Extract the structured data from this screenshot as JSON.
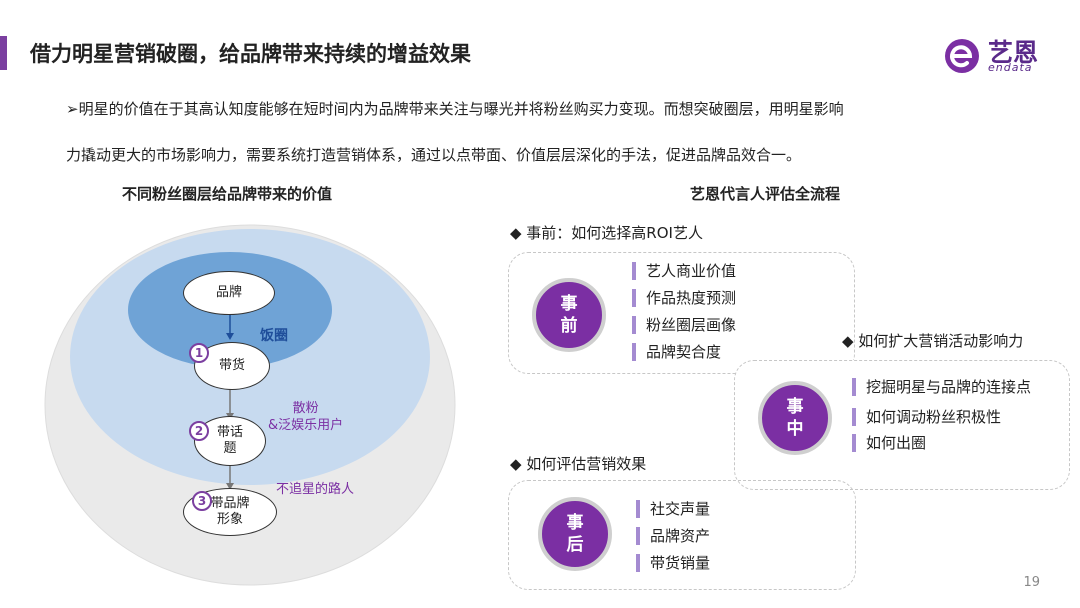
{
  "header": {
    "title": "借力明星营销破圈，给品牌带来持续的增益效果",
    "logo_text": "艺恩",
    "logo_sub": "endata"
  },
  "intro": {
    "line1": "➢明星的价值在于其高认知度能够在短时间内为品牌带来关注与曝光并将粉丝购买力变现。而想突破圈层，用明星影响",
    "line2": "力撬动更大的市场影响力，需要系统打造营销体系，通过以点带面、价值层层深化的手法，促进品牌品效合一。"
  },
  "left_diagram": {
    "title": "不同粉丝圈层给品牌带来的价值",
    "core": "品牌",
    "ring_fan": "饭圈",
    "ring_casual": "散粉\n&泛娱乐用户",
    "ring_outer": "不追星的路人",
    "steps": [
      {
        "num": "1",
        "label": "带货"
      },
      {
        "num": "2",
        "label": "带话\n题"
      },
      {
        "num": "3",
        "label": "带品牌\n形象"
      }
    ]
  },
  "right_process": {
    "title": "艺恩代言人评估全流程",
    "before": {
      "heading": "◆  事前：如何选择高ROI艺人",
      "circle": "事\n前",
      "items": [
        "艺人商业价值",
        "作品热度预测",
        "粉丝圈层画像",
        "品牌契合度"
      ]
    },
    "during": {
      "heading": "◆  如何扩大营销活动影响力",
      "circle": "事\n中",
      "items": [
        "挖掘明星与品牌的连接点",
        "如何调动粉丝积极性",
        "如何出圈"
      ]
    },
    "after": {
      "heading": "◆   如何评估营销效果",
      "circle": "事\n后",
      "items": [
        "社交声量",
        "品牌资产",
        "带货销量"
      ]
    }
  },
  "footer": {
    "page": "19"
  },
  "colors": {
    "accent": "#7b2fa3",
    "ring_outer": "#e8e8e8",
    "ring_mid": "#bcd3ec",
    "ring_core": "#6fa3d6"
  }
}
